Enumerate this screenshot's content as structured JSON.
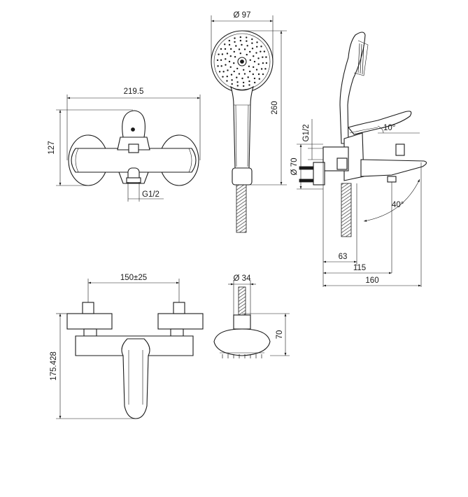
{
  "labels": {
    "front_width": "219.5",
    "front_height": "127",
    "front_thread": "G1/2",
    "shower_diameter": "Ø 97",
    "shower_length": "260",
    "side_thread": "G1/2",
    "side_diameter": "Ø 70",
    "lever_angle": "10°",
    "spout_angle": "40°",
    "side_depth_63": "63",
    "side_depth_115": "115",
    "side_depth_160": "160",
    "top_spacing": "150±25",
    "top_height": "175.428",
    "head_diameter": "Ø 34",
    "head_height": "70"
  }
}
